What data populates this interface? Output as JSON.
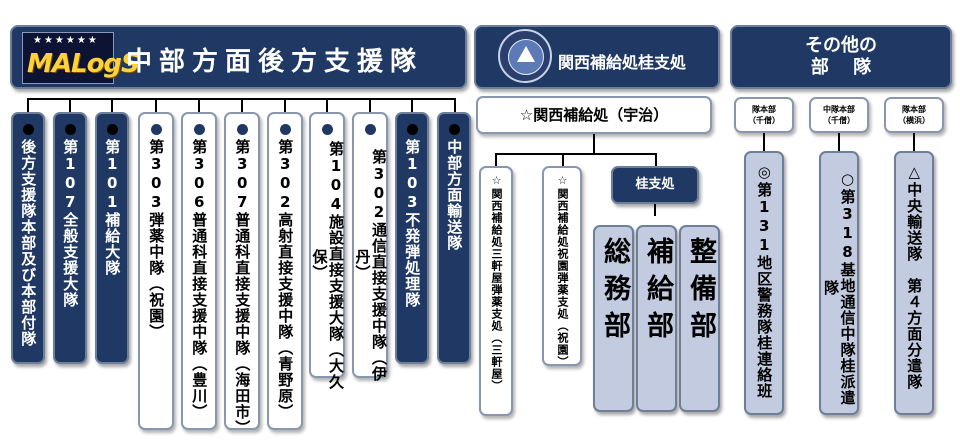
{
  "logo": {
    "text": "MALogS"
  },
  "header_left": {
    "title": "中部方面後方支援隊"
  },
  "header_mid": {
    "title": "関西補給処桂支処"
  },
  "header_right": {
    "line1": "その他の",
    "line2": "部　 隊"
  },
  "kansai_main": {
    "label": "☆関西補給処（宇治）"
  },
  "katsura_sub": {
    "label": "桂支処"
  },
  "left_units": [
    {
      "marker": "black",
      "text": "後方支援隊本部及び本部付隊"
    },
    {
      "marker": "black",
      "text": "第107全般支援大隊"
    },
    {
      "marker": "black",
      "text": "第101補給大隊"
    },
    {
      "marker": "navy",
      "text": "第303弾薬中隊（祝園）"
    },
    {
      "marker": "navy",
      "text": "第306普通科直接支援中隊（豊川）"
    },
    {
      "marker": "navy",
      "text": "第307普通科直接支援中隊（海田市）"
    },
    {
      "marker": "navy",
      "text": "第302高射直接支援中隊（青野原）"
    },
    {
      "marker": "navy",
      "text": "第104施設直接支援大隊（大久保）"
    },
    {
      "marker": "navy",
      "text": "第302通信直接支援中隊（伊丹）"
    },
    {
      "marker": "black",
      "text": "第103不発弾処理隊"
    },
    {
      "marker": "black",
      "text": "中部方面輸送隊"
    }
  ],
  "kansai_units": [
    {
      "text": "☆関西補給処三軒屋弾薬支処（三軒屋）"
    },
    {
      "text": "☆関西補給処祝園弾薬支処（祝園）"
    }
  ],
  "departments": [
    {
      "text": "総務部"
    },
    {
      "text": "補給部"
    },
    {
      "text": "整備部"
    }
  ],
  "other_units": [
    {
      "hq": "隊本部",
      "loc": "（千僧）",
      "text": "◎第131地区警務隊桂連絡班"
    },
    {
      "hq": "中隊本部",
      "loc": "（千僧）",
      "text": "○第318基地通信中隊桂派遣隊"
    },
    {
      "hq": "隊本部",
      "loc": "（横浜）",
      "text": "△中央輸送隊　第４方面分遣隊"
    }
  ],
  "colors": {
    "navy": "#1f3864",
    "light_blue": "#c3cbe0",
    "logo_gold": "#ffd23a"
  }
}
